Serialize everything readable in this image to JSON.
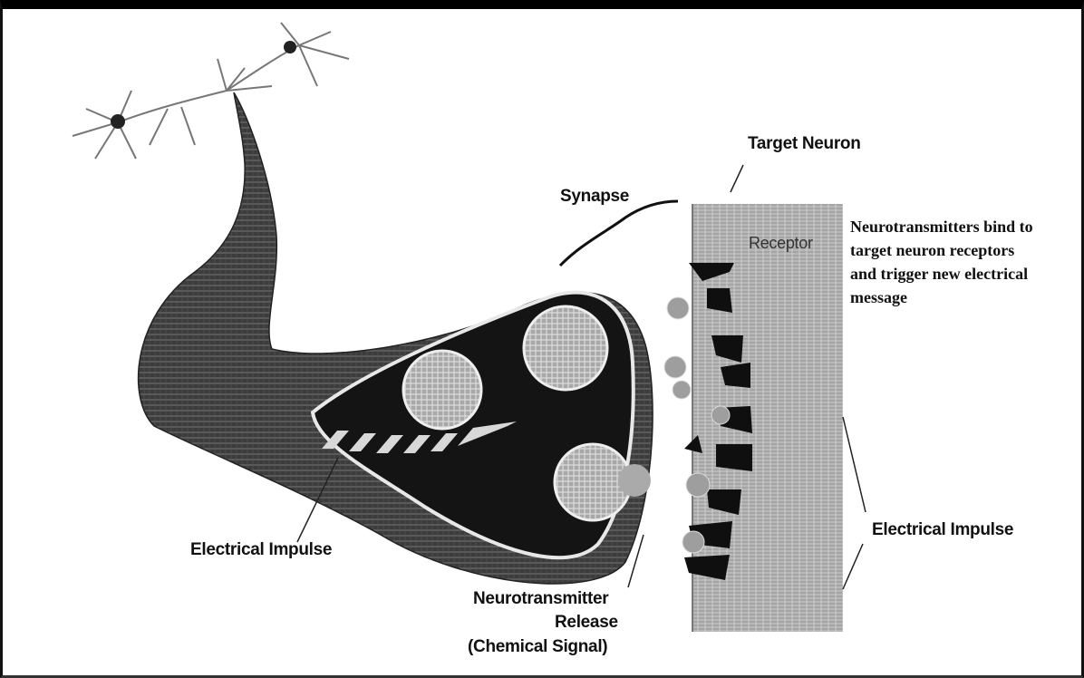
{
  "labels": {
    "target_neuron": "Target Neuron",
    "synapse": "Synapse",
    "receptor": "Receptor",
    "binding_note": [
      "Neurotransmitters bind to",
      "target neuron receptors",
      "and trigger new electrical",
      "message"
    ],
    "electrical_impulse_left": "Electrical Impulse",
    "electrical_impulse_right": "Electrical Impulse",
    "release": [
      "Neurotransmitter",
      "Release",
      "(Chemical Signal)"
    ]
  },
  "colors": {
    "axon_fill": "#3a3a3a",
    "terminal_fill": "#141414",
    "target_fill": "#b4b4b4",
    "receptor_fill": "#0f0f0f",
    "vesicle_fill": "#9a9a9a",
    "line": "#222222"
  }
}
